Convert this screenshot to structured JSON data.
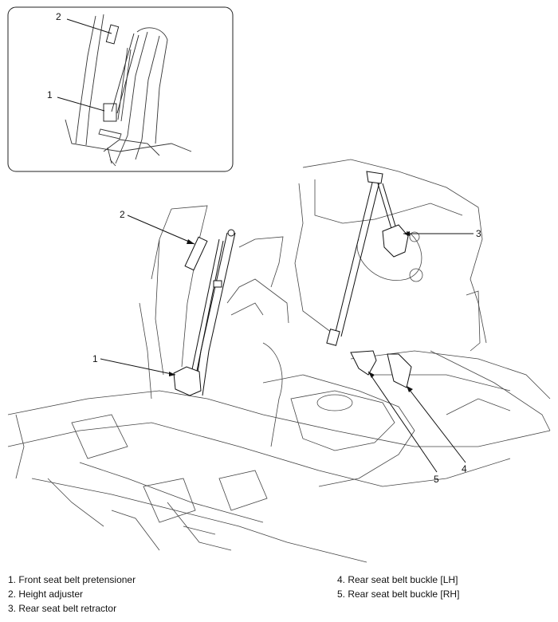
{
  "inset_callouts": [
    {
      "number": "2"
    },
    {
      "number": "1"
    }
  ],
  "main_callouts": [
    {
      "number": "2"
    },
    {
      "number": "1"
    },
    {
      "number": "3"
    },
    {
      "number": "5"
    },
    {
      "number": "4"
    }
  ],
  "legend": {
    "left": [
      "1. Front seat belt pretensioner",
      "2. Height adjuster",
      "3. Rear seat belt retractor"
    ],
    "right": [
      "4. Rear seat belt buckle [LH]",
      "5. Rear seat belt buckle [RH]"
    ]
  }
}
